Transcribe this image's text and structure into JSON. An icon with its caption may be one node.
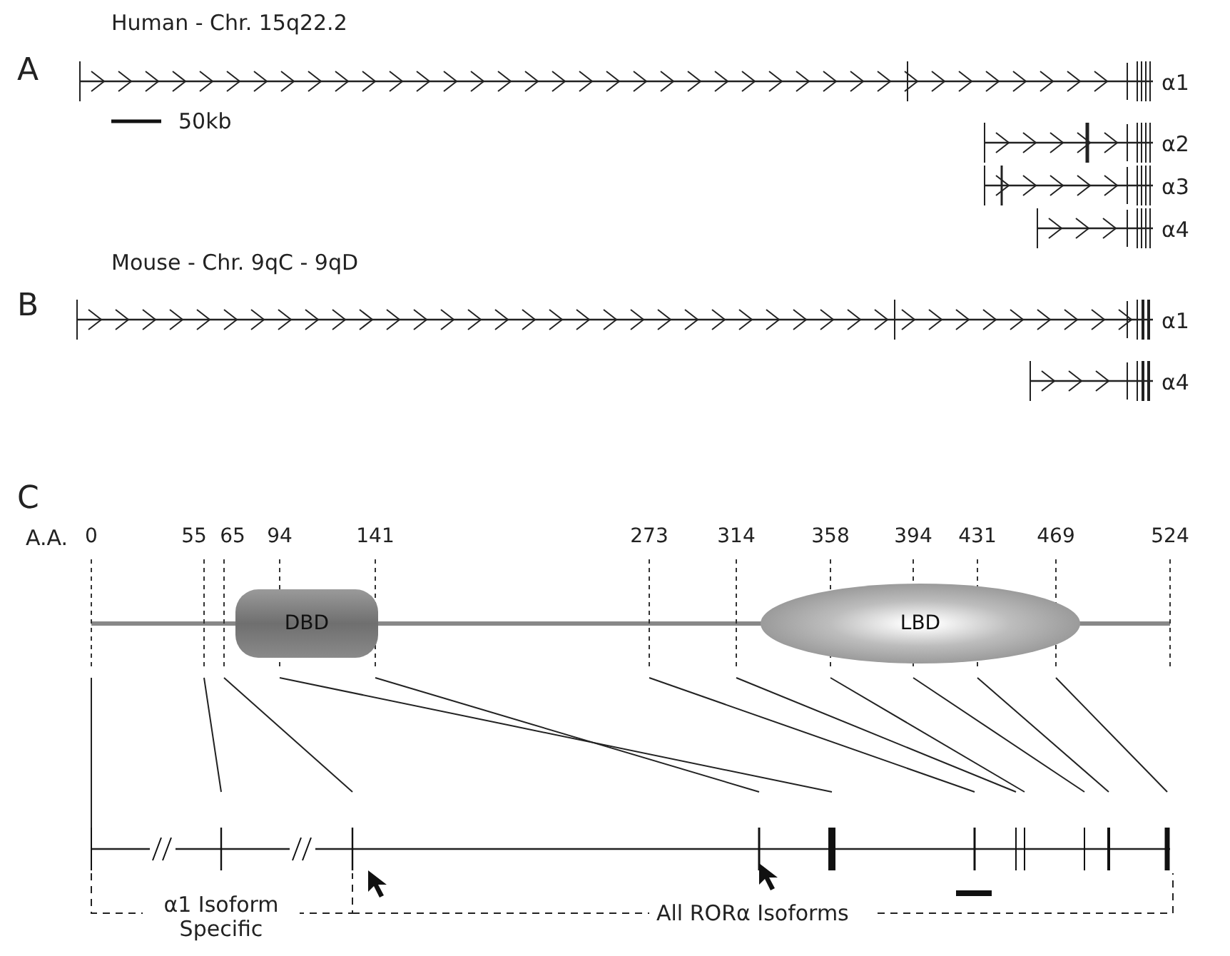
{
  "diagram": {
    "nodes": [
      {
        "text": [
          "DBD"
        ]
      },
      {
        "text": [
          "LBD"
        ]
      }
    ],
    "labels": [
      "A",
      "Human - Chr. 15q22.2",
      "α1",
      "50kb",
      "α2",
      "α3",
      "α4",
      "B",
      "Mouse - Chr. 9qC - 9qD",
      "α1",
      "α4",
      "C",
      "A.A.",
      "0",
      "55",
      "65",
      "94",
      "141",
      "273",
      "314",
      "358",
      "394",
      "431",
      "469",
      "524",
      "α1 Isoform Specific",
      "All RORα Isoforms"
    ]
  }
}
